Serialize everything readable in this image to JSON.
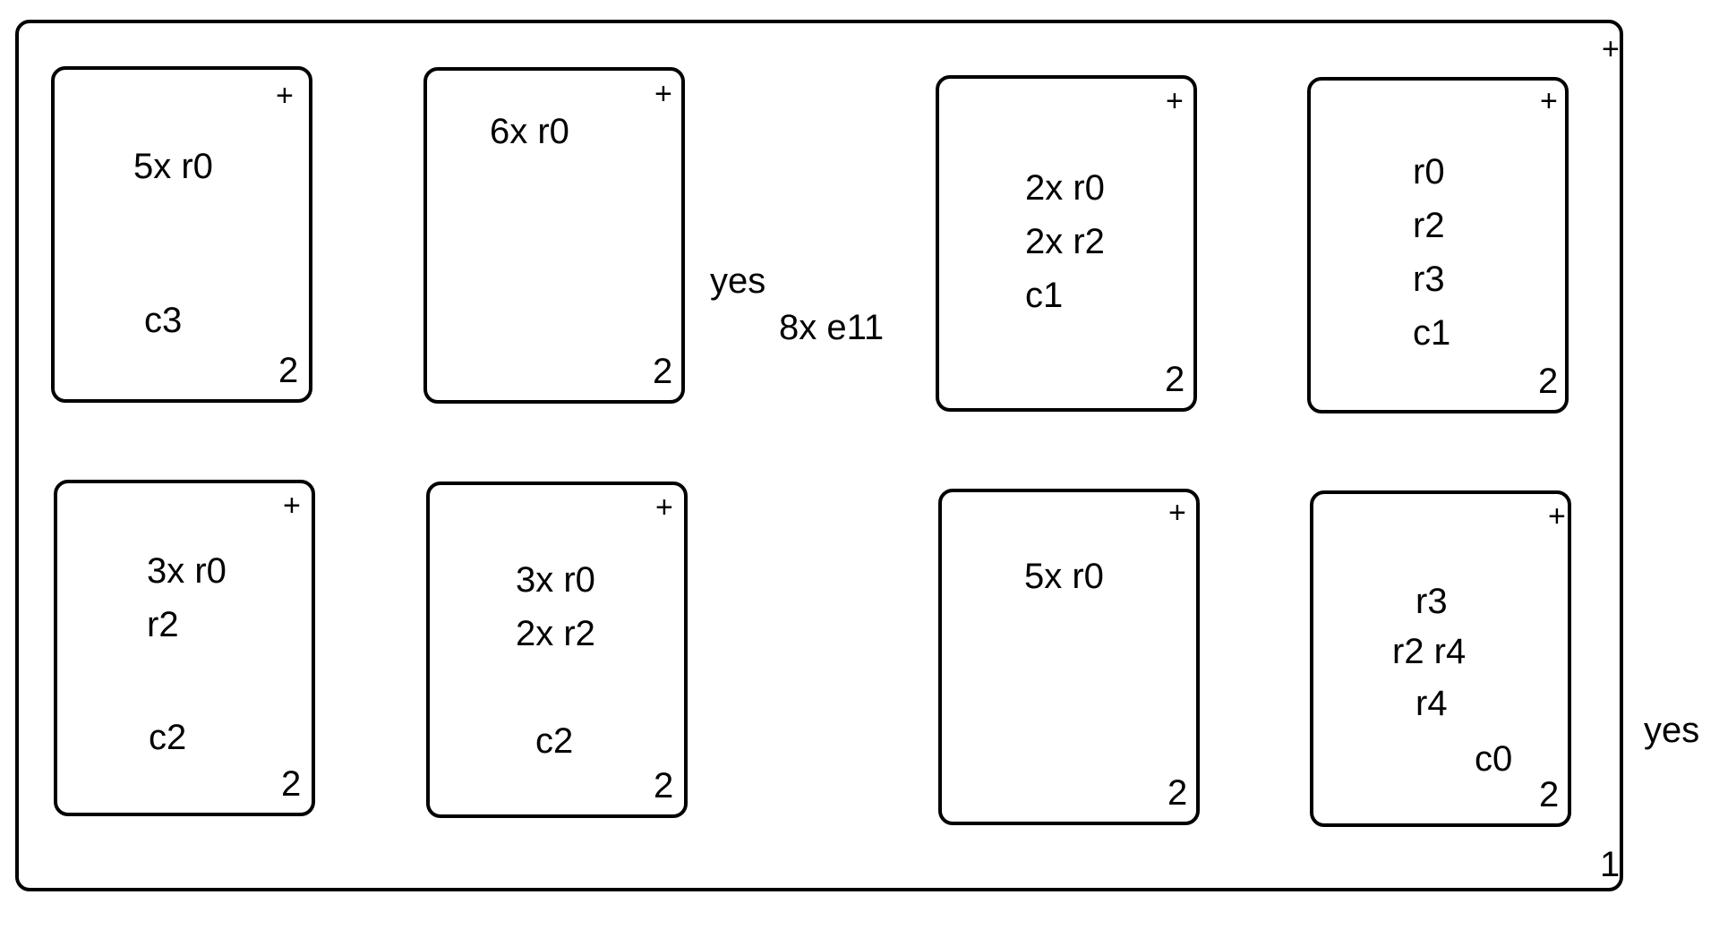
{
  "outer": {
    "plus": "+",
    "number": "1",
    "side_label": "yes"
  },
  "middle": {
    "yes_label": "yes",
    "edge_label": "8x e11"
  },
  "cards": [
    {
      "plus": "+",
      "number": "2",
      "lines": [
        "5x r0",
        "c3"
      ]
    },
    {
      "plus": "+",
      "number": "2",
      "lines": [
        "6x r0"
      ]
    },
    {
      "plus": "+",
      "number": "2",
      "lines": [
        "2x r0",
        "2x r2",
        "c1"
      ]
    },
    {
      "plus": "+",
      "number": "2",
      "lines": [
        "r0",
        "r2",
        "r3",
        "c1"
      ]
    },
    {
      "plus": "+",
      "number": "2",
      "lines": [
        "3x r0",
        "r2",
        "c2"
      ]
    },
    {
      "plus": "+",
      "number": "2",
      "lines": [
        "3x r0",
        "2x r2",
        "c2"
      ]
    },
    {
      "plus": "+",
      "number": "2",
      "lines": [
        "5x r0"
      ]
    },
    {
      "plus": "+",
      "number": "2",
      "lines": [
        "r3",
        "r2 r4",
        "r4",
        "c0"
      ]
    }
  ]
}
